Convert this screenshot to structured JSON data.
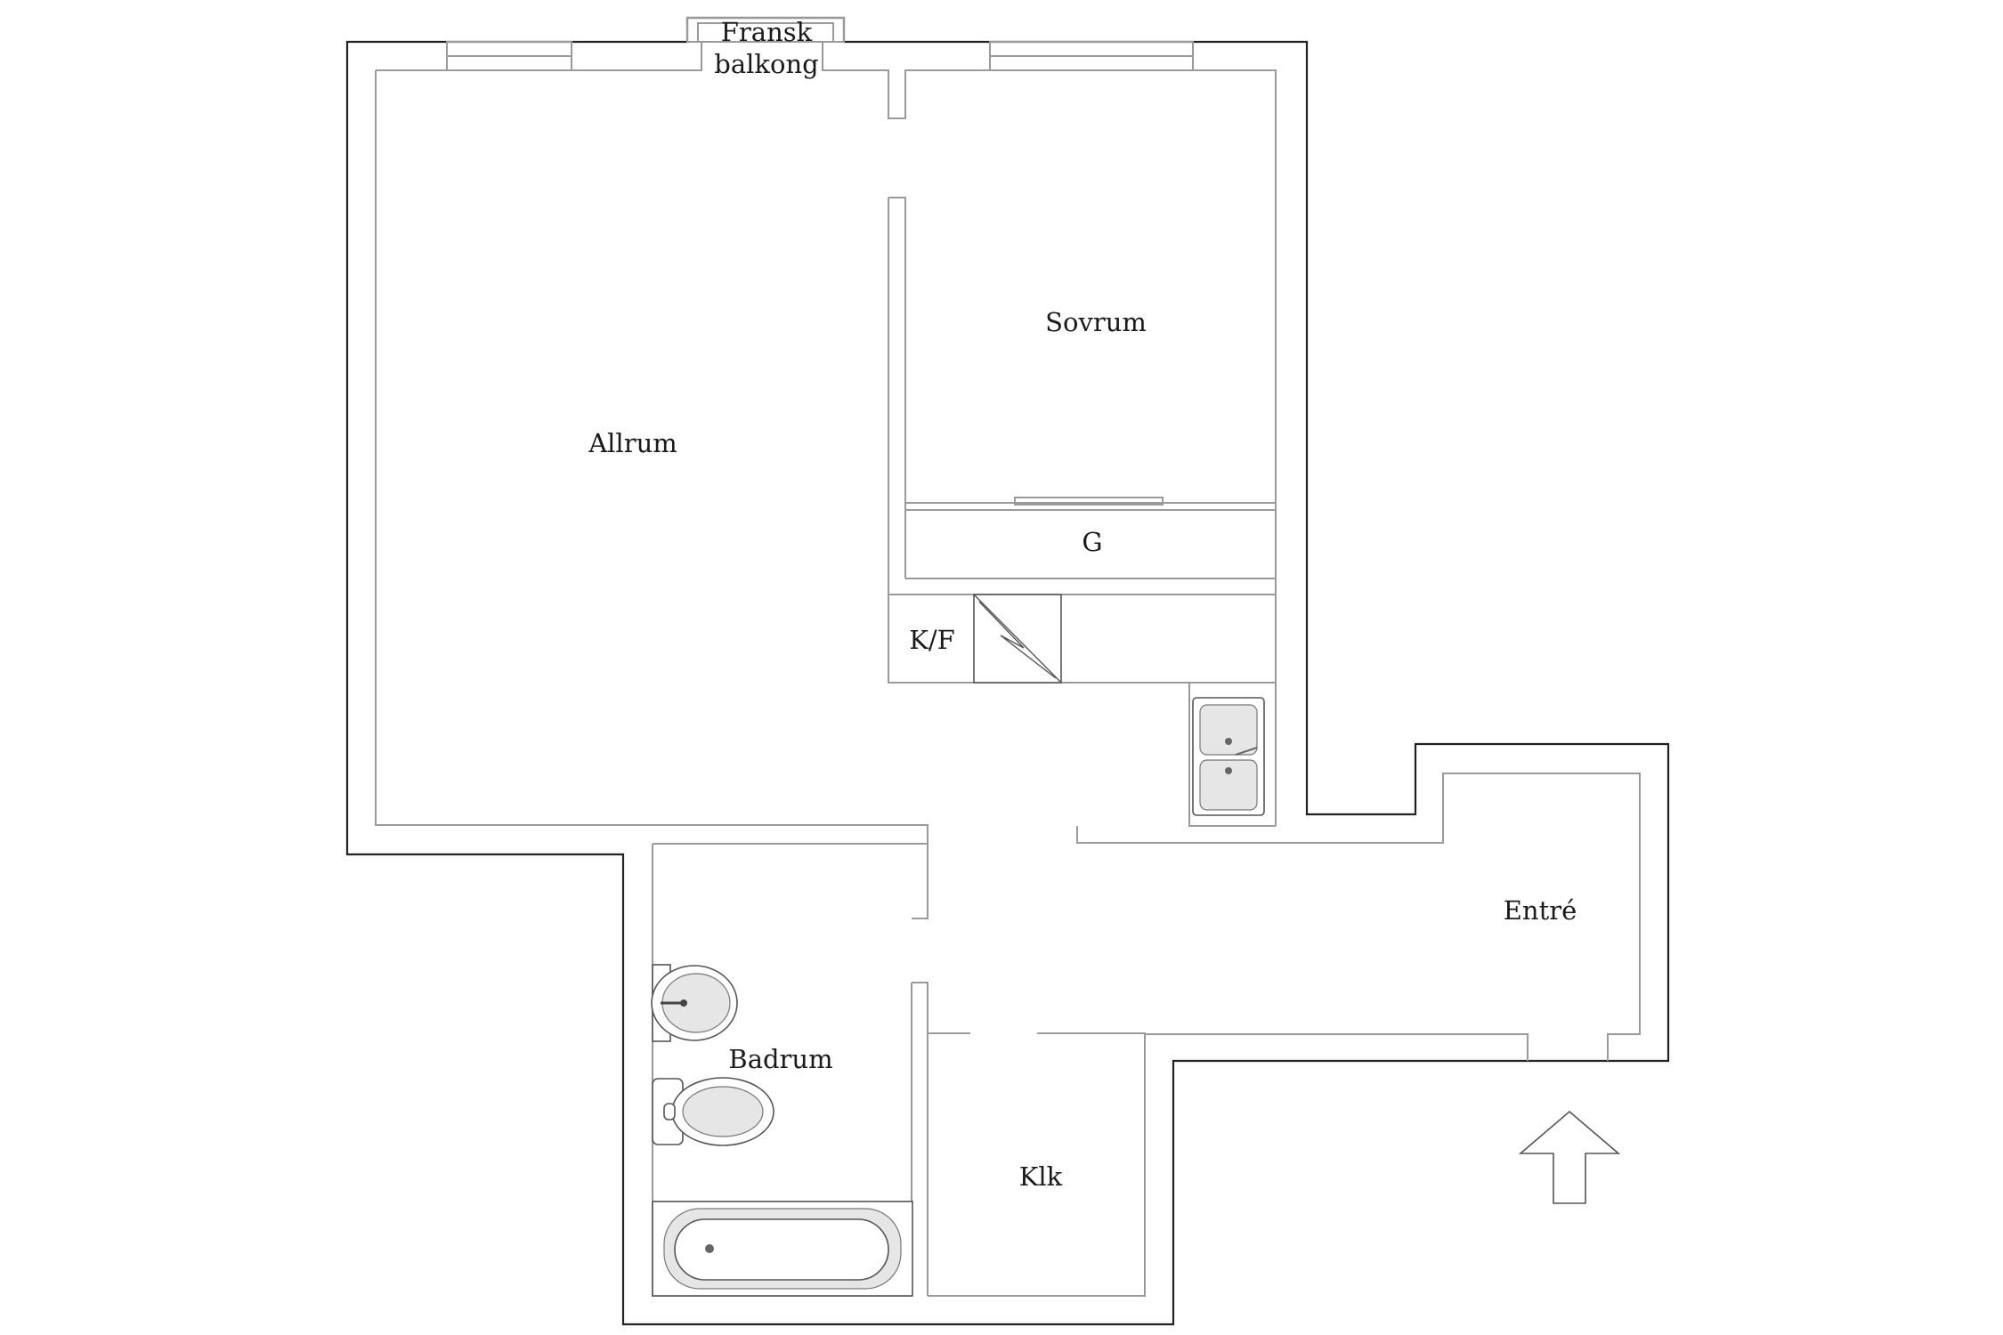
{
  "rooms": {
    "balcony_line1": "Fransk",
    "balcony_line2": "balkong",
    "living": "Allrum",
    "bedroom": "Sovrum",
    "wardrobe": "G",
    "fridge_freezer": "K/F",
    "hall": "Entré",
    "bathroom": "Badrum",
    "closet": "Klk"
  },
  "icons": {
    "entrance": "up-arrow-icon",
    "stove": "stove-icon",
    "sink": "double-sink-icon",
    "washbasin": "washbasin-icon",
    "toilet": "toilet-icon",
    "bathtub": "bathtub-icon"
  },
  "colors": {
    "outer_wall": "#222222",
    "inner_wall": "#9a9a9a",
    "text": "#1a1a1a"
  }
}
